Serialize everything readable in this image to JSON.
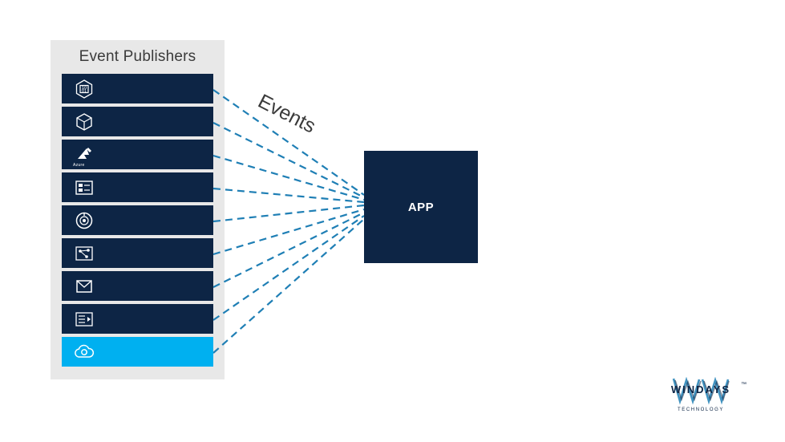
{
  "slide": {
    "title": "Event Publishers",
    "app_label": "APP",
    "events_label": "Events",
    "colors": {
      "panel_bg": "#e8e8e8",
      "tile_navy": "#0d2545",
      "tile_highlight": "#00b0f0",
      "connector": "#1f7fb5",
      "title_text": "#3b3b3b"
    },
    "publishers": [
      {
        "icon": "iot-hub-icon",
        "label": "",
        "highlight": false
      },
      {
        "icon": "container-registry-icon",
        "label": "",
        "highlight": false
      },
      {
        "icon": "azure-subscription-icon",
        "label": "Azure",
        "highlight": false
      },
      {
        "icon": "resource-group-icon",
        "label": "",
        "highlight": false
      },
      {
        "icon": "event-hub-icon",
        "label": "",
        "highlight": false
      },
      {
        "icon": "service-bus-icon",
        "label": "",
        "highlight": false
      },
      {
        "icon": "storage-blob-icon",
        "label": "",
        "highlight": false
      },
      {
        "icon": "media-services-icon",
        "label": "",
        "highlight": false
      },
      {
        "icon": "custom-topic-cloud-icon",
        "label": "",
        "highlight": true
      }
    ],
    "logo": {
      "name": "WINDAYS",
      "trademark": "™",
      "subtitle": "TECHNOLOGY"
    }
  }
}
